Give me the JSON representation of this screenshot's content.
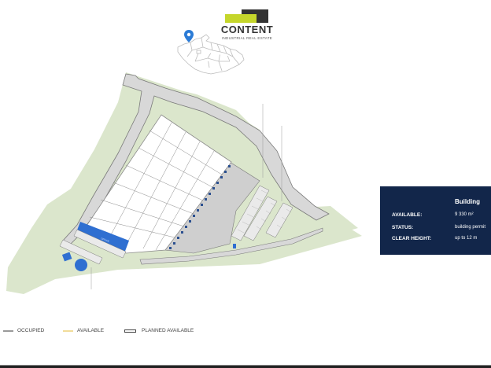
{
  "brand": {
    "name": "CONTENT",
    "tagline": "INDUSTRIAL REAL ESTATE",
    "colors": {
      "lime": "#c5d62b",
      "dark": "#333333"
    }
  },
  "location_map": {
    "marker_icon": "map-pin-icon",
    "marker_color": "#2b7bd6",
    "region": "Czech Republic outline"
  },
  "site_plan": {
    "colors": {
      "green_area": "#dbe6cc",
      "road": "#d8d8d8",
      "road_outline": "#7a7a7a",
      "building": "#ffffff",
      "highlight": "#2f6fd1",
      "dock_doors": "#2a4f8f",
      "yard": "#cfcfcf"
    }
  },
  "info_panel": {
    "heading": "Building",
    "rows": [
      {
        "label": "AVAILABLE:",
        "value": "9 330 m²"
      },
      {
        "label": "STATUS:",
        "value": "building permit"
      },
      {
        "label": "CLEAR HEIGHT:",
        "value": "up to 12 m"
      }
    ],
    "background": "#12264a"
  },
  "legend": {
    "items": [
      {
        "label": "OCCUPIED",
        "color": "#9a9a9a",
        "style": "solid"
      },
      {
        "label": "AVAILABLE",
        "color": "#f1dc9a",
        "style": "solid"
      },
      {
        "label": "PLANNED AVAILABLE",
        "color": "#444444",
        "style": "outline"
      }
    ]
  }
}
